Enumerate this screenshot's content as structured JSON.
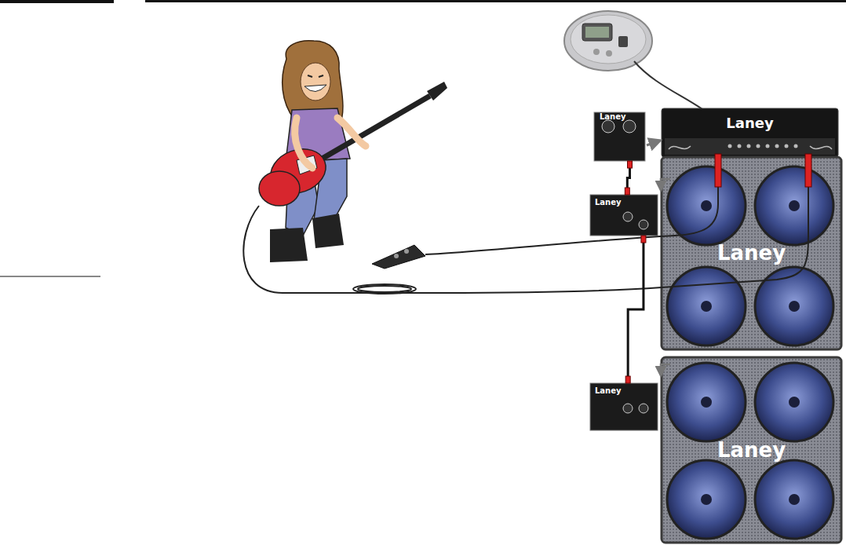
{
  "diagram": {
    "nodes": [
      {
        "text": [
          "Laney"
        ]
      },
      {
        "text": [
          "Laney"
        ]
      },
      {
        "text": [
          "Laney"
        ]
      },
      {
        "text": [
          "Laney"
        ]
      },
      {
        "text": [
          "Laney"
        ]
      },
      {
        "text": [
          "Laney"
        ]
      }
    ],
    "edges": [
      {
        "from": 1,
        "to": 2,
        "arrow": "none"
      },
      {
        "from": 2,
        "to": 4,
        "arrow": "none"
      }
    ]
  }
}
